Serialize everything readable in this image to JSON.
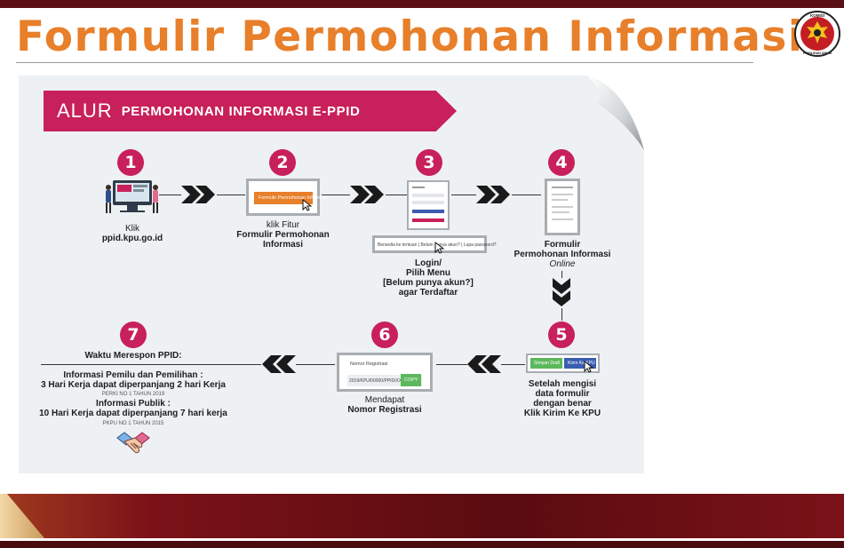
{
  "page": {
    "title": "Formulir Permohonan Informasi",
    "logo_text_top": "KOMISI",
    "logo_text_bottom": "PEMILIHAN UMUM"
  },
  "banner": {
    "part1": "ALUR",
    "part2": "PERMOHONAN INFORMASI E-PPID"
  },
  "steps": {
    "s1": {
      "num": "1",
      "line1": "Klik",
      "line2": "ppid.kpu.go.id"
    },
    "s2": {
      "num": "2",
      "line1": "klik Fitur",
      "line2": "Formulir Permohonan",
      "line3": "Informasi",
      "mock_button": "Formulir Permohonan Informasi"
    },
    "s3": {
      "num": "3",
      "line1": "Login/",
      "line2": "Pilih Menu",
      "line3": "[Belum punya akun?]",
      "line4": "agar Terdaftar",
      "mock_bar": "Bersedia ke tentuan | Belum punya akun? | Lupa password?"
    },
    "s4": {
      "num": "4",
      "line1": "Formulir",
      "line2": "Permohonan Informasi",
      "line3": "Online"
    },
    "s5": {
      "num": "5",
      "line1": "Setelah mengisi",
      "line2": "data formulir",
      "line3": "dengan benar",
      "line4_pre": "Klik ",
      "line4_bold": "Kirim Ke KPU",
      "btn_draft": "Simpan Draft",
      "btn_send": "Kirim Ke KPU"
    },
    "s6": {
      "num": "6",
      "line1": "Mendapat",
      "line2": "Nomor Registrasi",
      "mock_label": "Nomor Registrasi",
      "mock_value": "2019/KPU/00000/PPID/XX/XX",
      "copy": "COPY"
    },
    "s7": {
      "num": "7",
      "heading": "Waktu Merespon PPID:",
      "p1_title": "Informasi Pemilu dan Pemilihan :",
      "p1_text": "3 Hari Kerja dapat diperpanjang 2 hari Kerja",
      "p1_ref": "PERKI NO 1 TAHUN 2019",
      "p2_title": "Informasi Publik :",
      "p2_text": "10 Hari Kerja dapat diperpanjang 7 hari kerja",
      "p2_ref": "PKPU NO 1 TAHUN 2015"
    }
  },
  "colors": {
    "accent": "#c8205a",
    "title": "#e87f2a",
    "dark_red": "#5a0f14"
  }
}
